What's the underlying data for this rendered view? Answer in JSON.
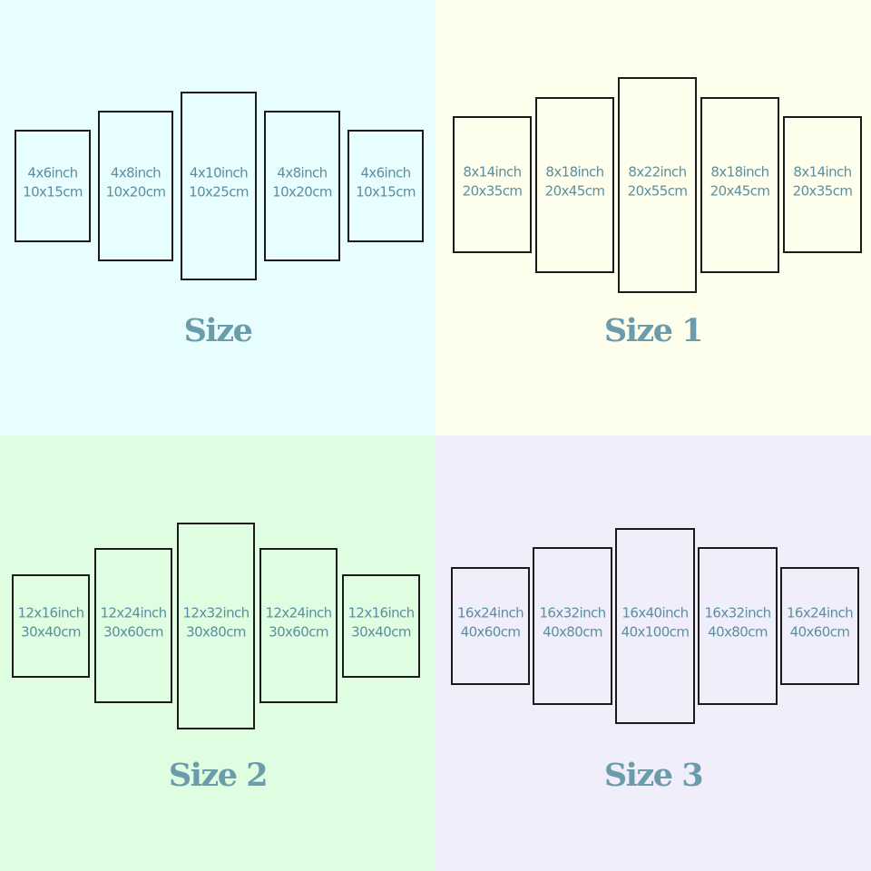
{
  "colors": {
    "frame": "#1a1a1a",
    "label_text": "#5b8fa0",
    "title_text": "#6a9cab"
  },
  "variants": [
    {
      "title": "Size",
      "background": "#e8fdfe",
      "panels": [
        {
          "inch": "4x6inch",
          "cm": "10x15cm"
        },
        {
          "inch": "4x8inch",
          "cm": "10x20cm"
        },
        {
          "inch": "4x10inch",
          "cm": "10x25cm"
        },
        {
          "inch": "4x8inch",
          "cm": "10x20cm"
        },
        {
          "inch": "4x6inch",
          "cm": "10x15cm"
        }
      ]
    },
    {
      "title": "Size 1",
      "background": "#fefeec",
      "panels": [
        {
          "inch": "8x14inch",
          "cm": "20x35cm"
        },
        {
          "inch": "8x18inch",
          "cm": "20x45cm"
        },
        {
          "inch": "8x22inch",
          "cm": "20x55cm"
        },
        {
          "inch": "8x18inch",
          "cm": "20x45cm"
        },
        {
          "inch": "8x14inch",
          "cm": "20x35cm"
        }
      ]
    },
    {
      "title": "Size 2",
      "background": "#dffde0",
      "panels": [
        {
          "inch": "12x16inch",
          "cm": "30x40cm"
        },
        {
          "inch": "12x24inch",
          "cm": "30x60cm"
        },
        {
          "inch": "12x32inch",
          "cm": "30x80cm"
        },
        {
          "inch": "12x24inch",
          "cm": "30x60cm"
        },
        {
          "inch": "12x16inch",
          "cm": "30x40cm"
        }
      ]
    },
    {
      "title": "Size 3",
      "background": "#f1eefb",
      "panels": [
        {
          "inch": "16x24inch",
          "cm": "40x60cm"
        },
        {
          "inch": "16x32inch",
          "cm": "40x80cm"
        },
        {
          "inch": "16x40inch",
          "cm": "40x100cm"
        },
        {
          "inch": "16x32inch",
          "cm": "40x80cm"
        },
        {
          "inch": "16x24inch",
          "cm": "40x60cm"
        }
      ]
    }
  ]
}
